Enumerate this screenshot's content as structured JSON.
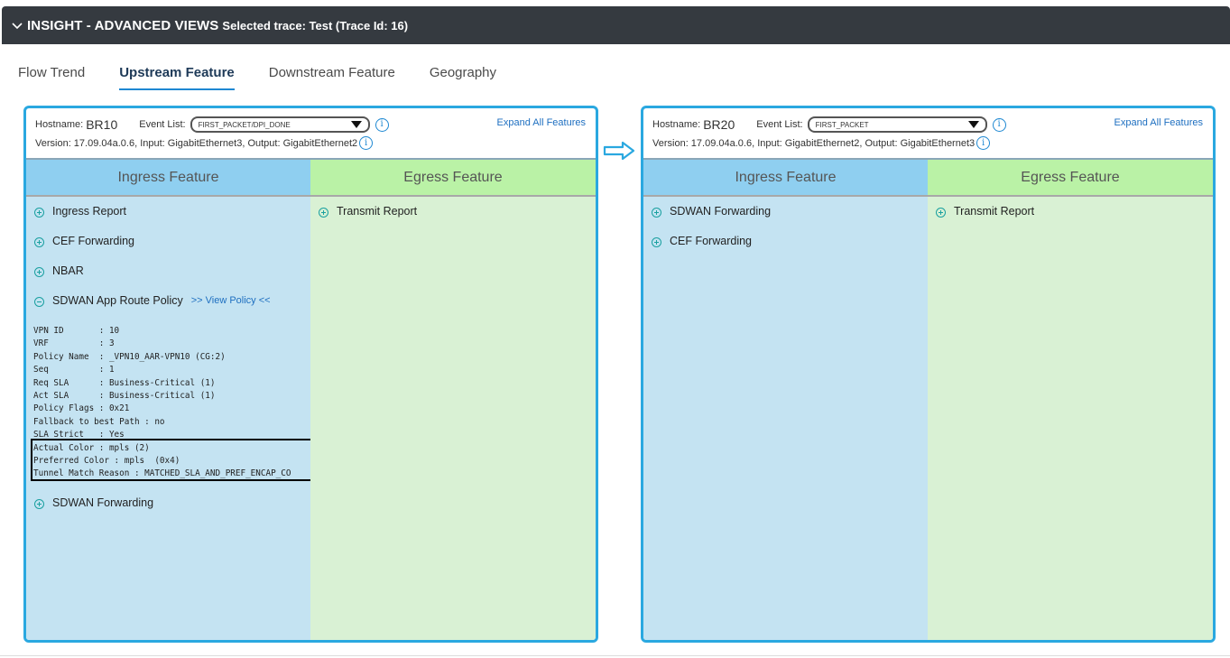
{
  "header": {
    "title": "INSIGHT - ADVANCED VIEWS",
    "subtitle": "Selected trace: Test (Trace Id: 16)"
  },
  "tabs": [
    {
      "label": "Flow Trend",
      "active": false
    },
    {
      "label": "Upstream Feature",
      "active": true
    },
    {
      "label": "Downstream Feature",
      "active": false
    },
    {
      "label": "Geography",
      "active": false
    }
  ],
  "left": {
    "hostname_label": "Hostname:",
    "hostname": "BR10",
    "event_list_label": "Event List:",
    "event_list_value": "FIRST_PACKET/DPI_DONE",
    "expand_all": "Expand All Features",
    "version": "Version: 17.09.04a.0.6, Input: GigabitEthernet3, Output: GigabitEthernet2",
    "ingress_title": "Ingress Feature",
    "egress_title": "Egress Feature",
    "ingress_features": [
      {
        "label": "Ingress Report",
        "expanded": false
      },
      {
        "label": "CEF Forwarding",
        "expanded": false
      },
      {
        "label": "NBAR",
        "expanded": false
      },
      {
        "label": "SDWAN App Route Policy",
        "expanded": true,
        "link": ">> View Policy <<"
      },
      {
        "label": "SDWAN Forwarding",
        "expanded": false
      }
    ],
    "policy_details": "VPN ID       : 10\nVRF          : 3\nPolicy Name  : _VPN10_AAR-VPN10 (CG:2)\nSeq          : 1\nReq SLA      : Business-Critical (1)\nAct SLA      : Business-Critical (1)\nPolicy Flags : 0x21\nFallback to best Path : no\nSLA Strict   : Yes\nActual Color : mpls (2)\nPreferred Color : mpls  (0x4)\nTunnel Match Reason : MATCHED_SLA_AND_PREF_ENCAP_CO",
    "egress_features": [
      {
        "label": "Transmit Report",
        "expanded": false
      }
    ]
  },
  "right": {
    "hostname_label": "Hostname:",
    "hostname": "BR20",
    "event_list_label": "Event List:",
    "event_list_value": "FIRST_PACKET",
    "expand_all": "Expand All Features",
    "version": "Version: 17.09.04a.0.6, Input: GigabitEthernet2, Output: GigabitEthernet3",
    "ingress_title": "Ingress Feature",
    "egress_title": "Egress Feature",
    "ingress_features": [
      {
        "label": "SDWAN Forwarding",
        "expanded": false
      },
      {
        "label": "CEF Forwarding",
        "expanded": false
      }
    ],
    "egress_features": [
      {
        "label": "Transmit Report",
        "expanded": false
      }
    ]
  },
  "colors": {
    "header_bg": "#353a40",
    "accent": "#2aa8e0",
    "link": "#1e6fc0",
    "ingress_bg": "#c4e3f2",
    "egress_bg": "#d9f1d4"
  }
}
